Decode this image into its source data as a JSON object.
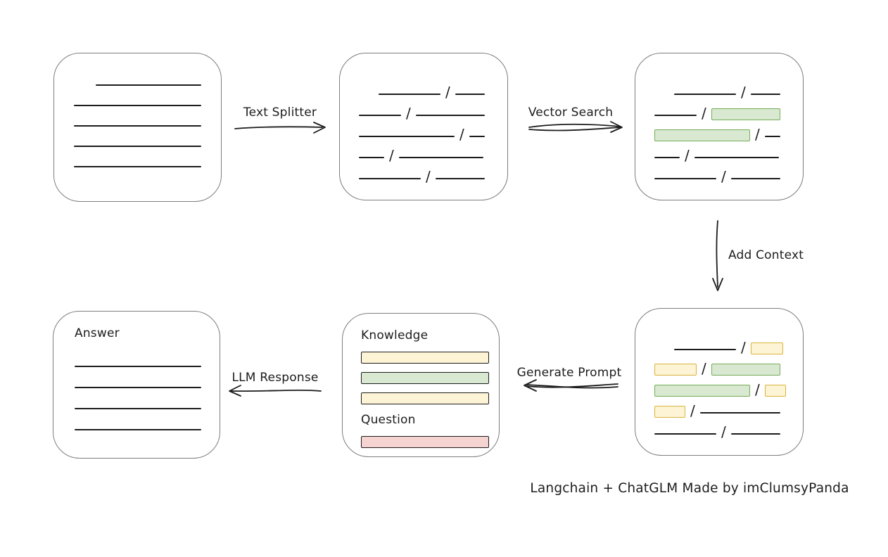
{
  "labels": {
    "text_splitter": "Text Splitter",
    "vector_search": "Vector Search",
    "add_context": "Add Context",
    "generate_prompt": "Generate Prompt",
    "llm_response": "LLM Response",
    "knowledge": "Knowledge",
    "question": "Question",
    "answer": "Answer",
    "footer": "Langchain + ChatGLM Made by imClumsyPanda"
  },
  "colors": {
    "ink": "#1c1c1c",
    "box_border": "#7d7d7d",
    "green_fill": "#d9e9d1",
    "green_border": "#74ab58",
    "yellow_fill": "#fdf3d5",
    "yellow_border": "#d9b43c",
    "red_fill": "#f5d3d0",
    "red_border": "#bf544d"
  },
  "boxes": {
    "document": {
      "lines": [
        {
          "w": 150,
          "indent": 31
        },
        {
          "w": 181
        },
        {
          "w": 181
        },
        {
          "w": 181
        },
        {
          "w": 181
        }
      ]
    },
    "split_text": {
      "rows": [
        [
          {
            "t": "space",
            "w": 28
          },
          {
            "t": "line",
            "w": 88
          },
          {
            "t": "slash"
          },
          {
            "t": "line",
            "w": 42
          }
        ],
        [
          {
            "t": "line",
            "w": 60
          },
          {
            "t": "slash"
          },
          {
            "t": "line",
            "w": 98
          }
        ],
        [
          {
            "t": "line",
            "w": 136
          },
          {
            "t": "slash"
          },
          {
            "t": "line",
            "w": 22
          }
        ],
        [
          {
            "t": "line",
            "w": 36
          },
          {
            "t": "slash"
          },
          {
            "t": "line",
            "w": 120
          }
        ],
        [
          {
            "t": "line",
            "w": 88
          },
          {
            "t": "slash"
          },
          {
            "t": "line",
            "w": 70
          }
        ]
      ]
    },
    "vector_matches": {
      "rows": [
        [
          {
            "t": "space",
            "w": 28
          },
          {
            "t": "line",
            "w": 88
          },
          {
            "t": "slash"
          },
          {
            "t": "line",
            "w": 42
          }
        ],
        [
          {
            "t": "line",
            "w": 60
          },
          {
            "t": "slash"
          },
          {
            "t": "bar",
            "color": "green",
            "w": 98
          }
        ],
        [
          {
            "t": "bar",
            "color": "green",
            "w": 136
          },
          {
            "t": "slash"
          },
          {
            "t": "line",
            "w": 22
          }
        ],
        [
          {
            "t": "line",
            "w": 36
          },
          {
            "t": "slash"
          },
          {
            "t": "line",
            "w": 120
          }
        ],
        [
          {
            "t": "line",
            "w": 88
          },
          {
            "t": "slash"
          },
          {
            "t": "line",
            "w": 70
          }
        ]
      ]
    },
    "context_assembly": {
      "rows": [
        [
          {
            "t": "space",
            "w": 28
          },
          {
            "t": "line",
            "w": 88
          },
          {
            "t": "slash"
          },
          {
            "t": "bar",
            "color": "yellow",
            "w": 46
          }
        ],
        [
          {
            "t": "bar",
            "color": "yellow",
            "w": 60
          },
          {
            "t": "slash"
          },
          {
            "t": "bar",
            "color": "green",
            "w": 98
          }
        ],
        [
          {
            "t": "bar",
            "color": "green",
            "w": 136
          },
          {
            "t": "slash"
          },
          {
            "t": "bar",
            "color": "yellow",
            "w": 30
          }
        ],
        [
          {
            "t": "bar",
            "color": "yellow",
            "w": 44
          },
          {
            "t": "slash"
          },
          {
            "t": "line",
            "w": 114
          }
        ],
        [
          {
            "t": "line",
            "w": 88
          },
          {
            "t": "slash"
          },
          {
            "t": "line",
            "w": 70
          }
        ]
      ]
    },
    "prompt": {
      "knowledge_bars": [
        {
          "color": "yellow"
        },
        {
          "color": "green"
        },
        {
          "color": "yellow"
        }
      ],
      "question_bars": [
        {
          "color": "red"
        }
      ]
    },
    "answer": {
      "lines": [
        {
          "w": 180
        },
        {
          "w": 180
        },
        {
          "w": 180
        },
        {
          "w": 180
        }
      ]
    }
  }
}
